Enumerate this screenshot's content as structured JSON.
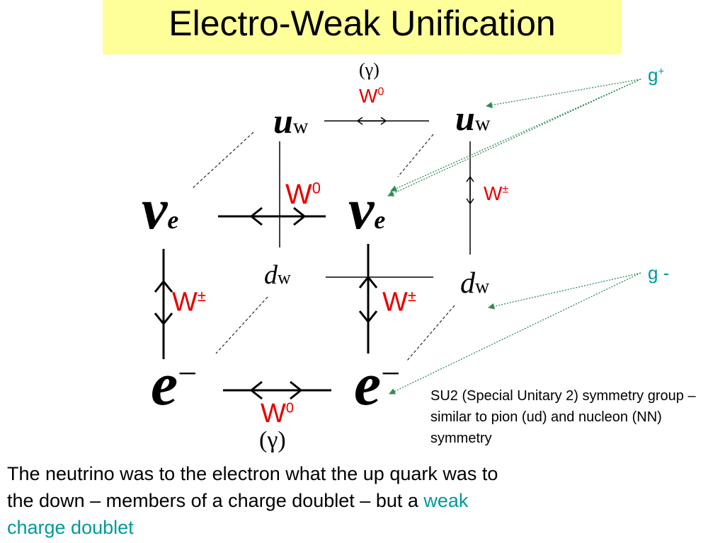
{
  "title": "Electro-Weak Unification",
  "symbols": {
    "u": "u",
    "u_sub": "w",
    "d": "d",
    "d_sub": "w",
    "nu": "ν",
    "nu_sub": "e",
    "e": "e",
    "e_sup": "−"
  },
  "bosons": {
    "w0": "W",
    "w0_sup": "0",
    "wpm": "W",
    "wpm_sup": "±",
    "photon": "(γ)"
  },
  "generators": {
    "g_plus": "g",
    "g_plus_sup": "+",
    "g_minus": "g -"
  },
  "note": "SU2 (Special Unitary 2) symmetry group – similar to pion (ud) and nucleon (NN) symmetry",
  "caption": {
    "main": "The neutrino was to the electron what the up quark was to the down – members of a charge doublet – but a ",
    "highlight": "weak charge doublet"
  },
  "colors": {
    "title_bg": "#ffff99",
    "boson_label": "#e50000",
    "generator": "#009999",
    "arrow": "#2e8b57"
  }
}
